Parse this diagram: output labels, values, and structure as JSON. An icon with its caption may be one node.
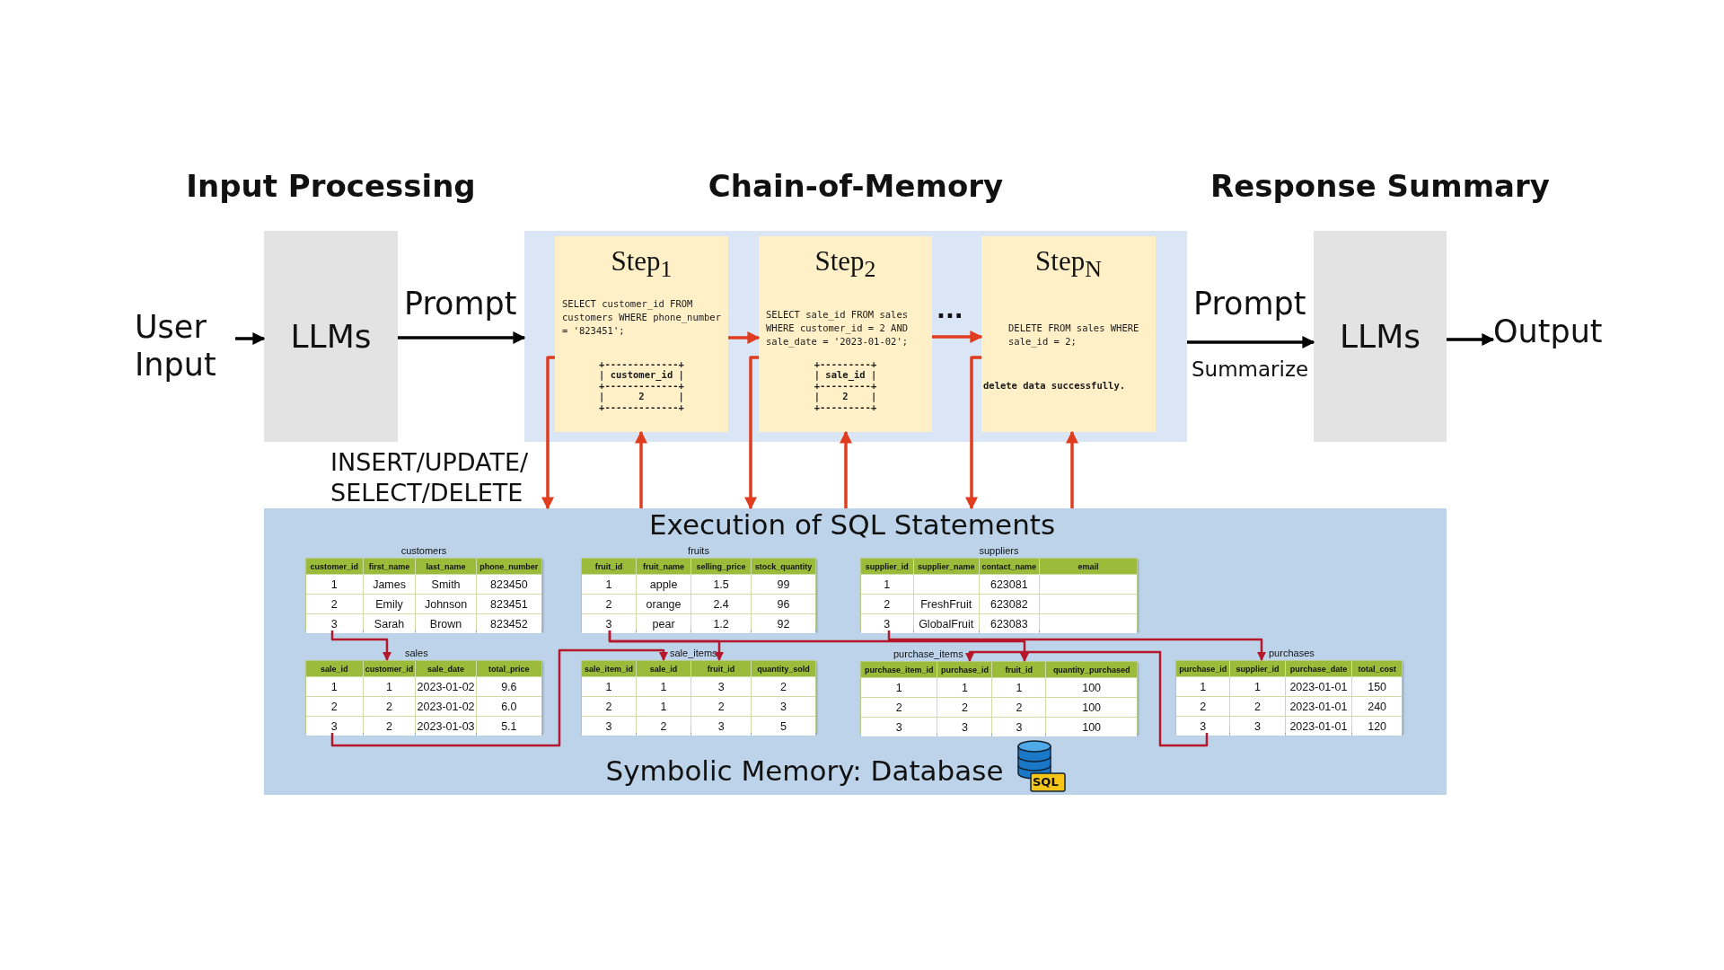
{
  "diagram": {
    "nodes": [
      {
        "text": [
          "User Input"
        ]
      },
      {
        "text": [
          "Input Processing",
          "LLMs"
        ]
      },
      {
        "text": [
          "Chain-of-Memory"
        ]
      },
      {
        "text": [
          "Step$_{1}$",
          "SELECT customer_id FROM customers WHERE phone_number = '823451';",
          "+-------------+",
          "| customer_id |",
          "+-------------+",
          "|      2      |",
          "+-------------+"
        ],
        "in": 2
      },
      {
        "text": [
          "Step$_{2}$",
          "SELECT sale_id FROM sales WHERE customer_id = 2 AND sale_date = '2023-01-02';",
          "+---------+",
          "| sale_id |",
          "+---------+",
          "|    2    |",
          "+---------+"
        ],
        "in": 2
      },
      {
        "text": [
          "Step$_{N}$",
          "DELETE FROM sales WHERE sale_id = 2;",
          "delete data successfully."
        ],
        "in": 2
      },
      {
        "text": [
          "Response Summary",
          "LLMs"
        ]
      },
      {
        "text": [
          "Output"
        ]
      },
      {
        "text": [
          "Execution of SQL Statements",
          "Symbolic Memory: Database"
        ]
      },
      {
        "text": [
          "customers",
          "customer_id",
          "first_name",
          "last_name",
          "phone_number",
          "1",
          "James",
          "Smith",
          "823450",
          "2",
          "Emily",
          "Johnson",
          "823451",
          "3",
          "Sarah",
          "Brown",
          "823452"
        ],
        "in": 8
      },
      {
        "text": [
          "fruits",
          "fruit_id",
          "fruit_name",
          "selling_price",
          "stock_quantity",
          "1",
          "apple",
          "1.5",
          "99",
          "2",
          "orange",
          "2.4",
          "96",
          "3",
          "pear",
          "1.2",
          "92"
        ],
        "in": 8
      },
      {
        "text": [
          "suppliers",
          "supplier_id",
          "supplier_name",
          "contact_name",
          "email",
          "1",
          "623081",
          "2",
          "FreshFruit",
          "623082",
          "3",
          "GlobalFruit",
          "623083"
        ],
        "in": 8
      },
      {
        "text": [
          "sales",
          "sale_id",
          "customer_id",
          "sale_date",
          "total_price",
          "1",
          "1",
          "2023-01-02",
          "9.6",
          "2",
          "2",
          "2023-01-02",
          "6.0",
          "3",
          "2",
          "2023-01-03",
          "5.1"
        ],
        "in": 8
      },
      {
        "text": [
          "sale_items",
          "sale_item_id",
          "sale_id",
          "fruit_id",
          "quantity_sold",
          "1",
          "1",
          "3",
          "2",
          "2",
          "1",
          "2",
          "3",
          "3",
          "2",
          "3",
          "5"
        ],
        "in": 8
      },
      {
        "text": [
          "purchase_items",
          "purchase_item_id",
          "purchase_id",
          "fruit_id",
          "quantity_purchased",
          "1",
          "1",
          "1",
          "100",
          "2",
          "2",
          "2",
          "100",
          "3",
          "3",
          "3",
          "100"
        ],
        "in": 8
      },
      {
        "text": [
          "purchases",
          "purchase_id",
          "supplier_id",
          "purchase_date",
          "total_cost",
          "1",
          "1",
          "2023-01-01",
          "150",
          "2",
          "2",
          "2023-01-01",
          "240",
          "3",
          "3",
          "2023-01-01",
          "120"
        ],
        "in": 8
      }
    ],
    "edges": [
      {
        "from": 0,
        "to": 1,
        "arrow": "to",
        "color": "#000000"
      },
      {
        "from": 1,
        "to": 2,
        "arrow": "to",
        "label": "Prompt",
        "color": "#000000"
      },
      {
        "from": 3,
        "to": 4,
        "arrow": "to",
        "color": "#e03c1f"
      },
      {
        "from": 4,
        "to": 5,
        "arrow": "to",
        "label": "...",
        "color": "#e03c1f"
      },
      {
        "from": 2,
        "to": 6,
        "arrow": "to",
        "label": "Prompt",
        "color": "#000000"
      },
      {
        "from": 6,
        "to": 7,
        "arrow": "to",
        "color": "#000000"
      },
      {
        "from": 3,
        "to": 8,
        "arrow": "to",
        "label": "INSERT/UPDATE/ SELECT/DELETE",
        "color": "#e03c1f"
      },
      {
        "from": 8,
        "to": 3,
        "arrow": "to",
        "color": "#e03c1f"
      },
      {
        "from": 4,
        "to": 8,
        "arrow": "to",
        "color": "#e03c1f"
      },
      {
        "from": 8,
        "to": 4,
        "arrow": "to",
        "color": "#e03c1f"
      },
      {
        "from": 5,
        "to": 8,
        "arrow": "to",
        "color": "#e03c1f"
      },
      {
        "from": 8,
        "to": 5,
        "arrow": "to",
        "color": "#e03c1f"
      },
      {
        "from": 9,
        "to": 12,
        "arrow": "to",
        "color": "#b5172b"
      },
      {
        "from": 12,
        "to": 13,
        "arrow": "to",
        "color": "#b5172b"
      },
      {
        "from": 10,
        "to": 13,
        "arrow": "to",
        "color": "#b5172b"
      },
      {
        "from": 10,
        "to": 14,
        "arrow": "to",
        "color": "#b5172b"
      },
      {
        "from": 11,
        "to": 15,
        "arrow": "to",
        "color": "#b5172b"
      },
      {
        "from": 15,
        "to": 14,
        "arrow": "to",
        "color": "#b5172b"
      }
    ],
    "labels": [
      "SQL",
      "Summarize"
    ]
  }
}
